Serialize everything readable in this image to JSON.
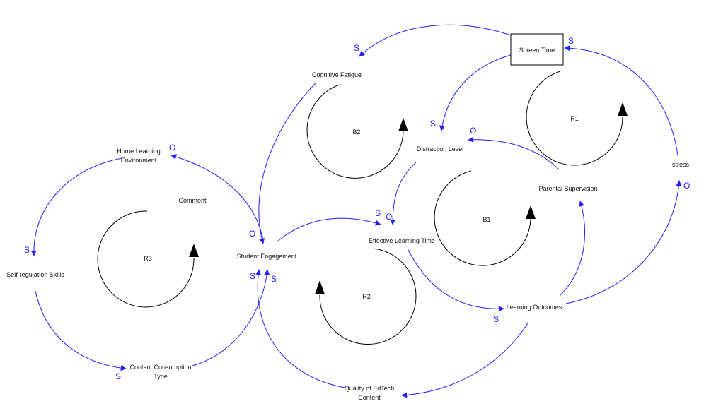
{
  "colors": {
    "link": "#1f1fff",
    "polarity": "#1a1aff",
    "loop": "#000000",
    "text": "#111111",
    "background": "#ffffff"
  },
  "stock": {
    "label": "Screen Time"
  },
  "variables": {
    "cognitive_fatigue": "Cognitive Fatigue",
    "distraction_level": "Distraction Level",
    "home_learning_line1": "Home Learning",
    "home_learning_line2": "Environment",
    "self_regulation": "Self-regulation Skills",
    "content_consumption_line1": "Content Consumption",
    "content_consumption_line2": "Type",
    "student_engagement": "Student Engagement",
    "effective_learning_time": "Effective Learning Time",
    "parental_supervision": "Parental Supervision",
    "stress": "stress",
    "learning_outcomes": "Learning Outcomes",
    "quality_line1": "Quality of EdTech",
    "quality_line2": "Content",
    "comment": "Comment"
  },
  "loops": {
    "b2": "B2",
    "r1": "R1",
    "b1": "B1",
    "r3": "R3",
    "r2": "R2"
  },
  "polarities": {
    "st_to_cf": "S",
    "stress_to_st": "S",
    "st_to_dl": "S",
    "ps_to_dl": "O",
    "lo_to_stress": "O",
    "se_to_hle": "O",
    "hle_to_srs": "S",
    "dl_to_elt": "O",
    "se_to_elt": "S",
    "ccp_to_se": "S",
    "qec_to_se": "S",
    "elt_to_lo": "S",
    "srs_to_cct": "S"
  }
}
